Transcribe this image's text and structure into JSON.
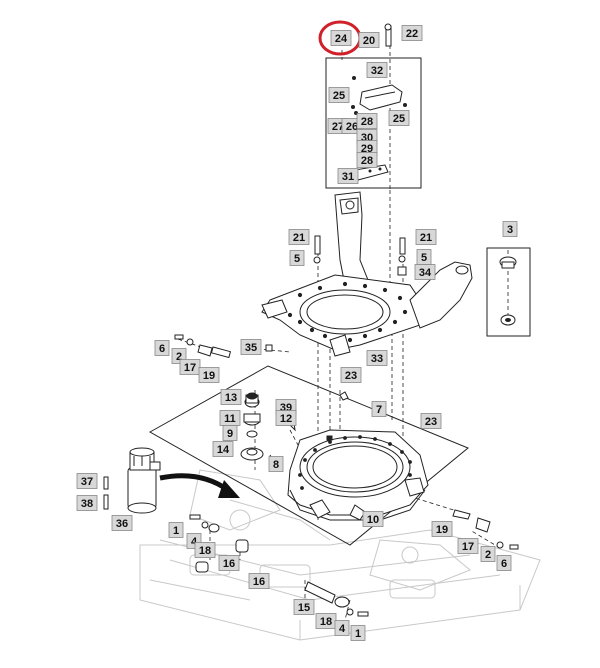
{
  "colors": {
    "callout_fill": "#d8d8d8",
    "callout_stroke": "#888888",
    "highlight_ring": "#d0202a",
    "line": "#222222",
    "ghost": "#c8c8c8",
    "arrow": "#111111"
  },
  "callouts": [
    {
      "id": "c24",
      "label": "24",
      "highlighted": true
    },
    {
      "id": "c20",
      "label": "20"
    },
    {
      "id": "c22",
      "label": "22"
    },
    {
      "id": "c32",
      "label": "32"
    },
    {
      "id": "c25a",
      "label": "25"
    },
    {
      "id": "c27",
      "label": "27"
    },
    {
      "id": "c26",
      "label": "26"
    },
    {
      "id": "c28a",
      "label": "28"
    },
    {
      "id": "c25b",
      "label": "25"
    },
    {
      "id": "c30",
      "label": "30"
    },
    {
      "id": "c29",
      "label": "29"
    },
    {
      "id": "c28b",
      "label": "28"
    },
    {
      "id": "c31",
      "label": "31"
    },
    {
      "id": "c21a",
      "label": "21"
    },
    {
      "id": "c5a",
      "label": "5"
    },
    {
      "id": "c21b",
      "label": "21"
    },
    {
      "id": "c5b",
      "label": "5"
    },
    {
      "id": "c34",
      "label": "34"
    },
    {
      "id": "c3",
      "label": "3"
    },
    {
      "id": "c6a",
      "label": "6"
    },
    {
      "id": "c2a",
      "label": "2"
    },
    {
      "id": "c17a",
      "label": "17"
    },
    {
      "id": "c19a",
      "label": "19"
    },
    {
      "id": "c35",
      "label": "35"
    },
    {
      "id": "c33",
      "label": "33"
    },
    {
      "id": "c23a",
      "label": "23"
    },
    {
      "id": "c13",
      "label": "13"
    },
    {
      "id": "c39",
      "label": "39"
    },
    {
      "id": "c7",
      "label": "7"
    },
    {
      "id": "c11",
      "label": "11"
    },
    {
      "id": "c12",
      "label": "12"
    },
    {
      "id": "c23b",
      "label": "23"
    },
    {
      "id": "c9",
      "label": "9"
    },
    {
      "id": "c14",
      "label": "14"
    },
    {
      "id": "c8",
      "label": "8"
    },
    {
      "id": "c37",
      "label": "37"
    },
    {
      "id": "c38",
      "label": "38"
    },
    {
      "id": "c36",
      "label": "36"
    },
    {
      "id": "c10",
      "label": "10"
    },
    {
      "id": "c19b",
      "label": "19"
    },
    {
      "id": "c1a",
      "label": "1"
    },
    {
      "id": "c4a",
      "label": "4"
    },
    {
      "id": "c18a",
      "label": "18"
    },
    {
      "id": "c17b",
      "label": "17"
    },
    {
      "id": "c2b",
      "label": "2"
    },
    {
      "id": "c6b",
      "label": "6"
    },
    {
      "id": "c16a",
      "label": "16"
    },
    {
      "id": "c16b",
      "label": "16"
    },
    {
      "id": "c15",
      "label": "15"
    },
    {
      "id": "c18b",
      "label": "18"
    },
    {
      "id": "c4b",
      "label": "4"
    },
    {
      "id": "c1b",
      "label": "1"
    }
  ]
}
